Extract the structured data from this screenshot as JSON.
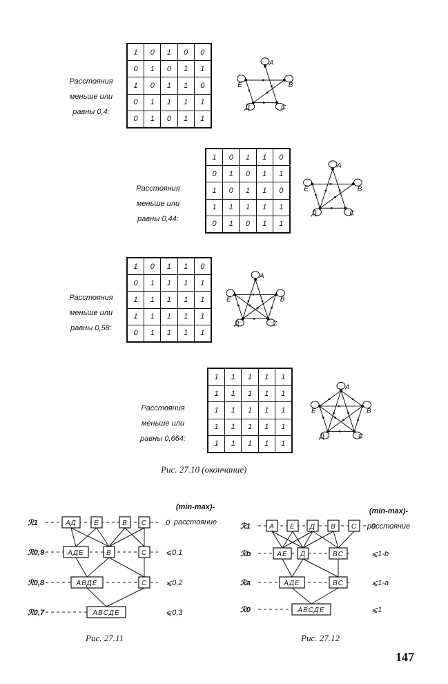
{
  "panels": [
    {
      "label": [
        "Расстояния",
        "меньше или",
        "равны 0,4:"
      ],
      "matrix": [
        [
          "1",
          "0",
          "1",
          "0",
          "0"
        ],
        [
          "0",
          "1",
          "0",
          "1",
          "1"
        ],
        [
          "1",
          "0",
          "1",
          "1",
          "0"
        ],
        [
          "0",
          "1",
          "1",
          "1",
          "1"
        ],
        [
          "0",
          "1",
          "0",
          "1",
          "1"
        ]
      ],
      "nodes": [
        "A",
        "B",
        "C",
        "Д",
        "E"
      ]
    },
    {
      "label": [
        "Расстояния",
        "меньше или",
        "равны 0,44:"
      ],
      "matrix": [
        [
          "1",
          "0",
          "1",
          "1",
          "0"
        ],
        [
          "0",
          "1",
          "0",
          "1",
          "1"
        ],
        [
          "1",
          "0",
          "1",
          "1",
          "0"
        ],
        [
          "1",
          "1",
          "1",
          "1",
          "1"
        ],
        [
          "0",
          "1",
          "0",
          "1",
          "1"
        ]
      ],
      "nodes": [
        "A",
        "B",
        "C",
        "Д",
        "E"
      ]
    },
    {
      "label": [
        "Расстояния",
        "меньше или",
        "равны 0,58:"
      ],
      "matrix": [
        [
          "1",
          "0",
          "1",
          "1",
          "0"
        ],
        [
          "0",
          "1",
          "1",
          "1",
          "1"
        ],
        [
          "1",
          "1",
          "1",
          "1",
          "1"
        ],
        [
          "1",
          "1",
          "1",
          "1",
          "1"
        ],
        [
          "0",
          "1",
          "1",
          "1",
          "1"
        ]
      ],
      "nodes": [
        "A",
        "B",
        "C",
        "Д",
        "E"
      ]
    },
    {
      "label": [
        "Расстояния",
        "меньше или",
        "равны 0,664:"
      ],
      "matrix": [
        [
          "1",
          "1",
          "1",
          "1",
          "1"
        ],
        [
          "1",
          "1",
          "1",
          "1",
          "1"
        ],
        [
          "1",
          "1",
          "1",
          "1",
          "1"
        ],
        [
          "1",
          "1",
          "1",
          "1",
          "1"
        ],
        [
          "1",
          "1",
          "1",
          "1",
          "1"
        ]
      ],
      "nodes": [
        "A",
        "B",
        "C",
        "Д",
        "E"
      ]
    }
  ],
  "caption_main": "Рис. 27.10 (окончание)",
  "fig11": {
    "header": [
      "(min-max)-",
      "расстояние"
    ],
    "levels": [
      {
        "name": "ℛ1",
        "groups": [
          "AД",
          "E",
          "B",
          "C"
        ],
        "value": "0"
      },
      {
        "name": "ℛ0,9",
        "groups": [
          "AДE",
          "B",
          "C"
        ],
        "value": "⩽0,1"
      },
      {
        "name": "ℛ0,8",
        "groups": [
          "ABДE",
          "C"
        ],
        "value": "⩽0,2"
      },
      {
        "name": "ℛ0,7",
        "groups": [
          "ABCДE"
        ],
        "value": "⩽0,3"
      }
    ],
    "caption": "Рис. 27.11"
  },
  "fig12": {
    "header": [
      "(min-max)-",
      "расстояние"
    ],
    "levels": [
      {
        "name": "ℛ1",
        "groups": [
          "A",
          "E",
          "Д",
          "B",
          "C"
        ],
        "value": "0"
      },
      {
        "name": "ℛb",
        "groups": [
          "AE",
          "Д",
          "BC"
        ],
        "value": "⩽1-b"
      },
      {
        "name": "ℛa",
        "groups": [
          "AДE",
          "BC"
        ],
        "value": "⩽1-a"
      },
      {
        "name": "ℛ0",
        "groups": [
          "ABCДE"
        ],
        "value": "⩽1"
      }
    ],
    "caption": "Рис. 27.12"
  },
  "page_number": "147"
}
